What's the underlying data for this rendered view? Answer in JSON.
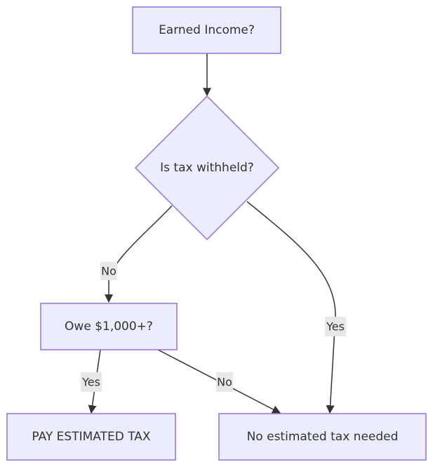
{
  "nodes": {
    "start": {
      "label": "Earned Income?",
      "shape": "rectangle"
    },
    "withheld": {
      "label": "Is tax withheld?",
      "shape": "diamond"
    },
    "owe": {
      "label": "Owe $1,000+?",
      "shape": "rectangle"
    },
    "pay": {
      "label": "PAY ESTIMATED TAX",
      "shape": "rectangle"
    },
    "none": {
      "label": "No estimated tax needed",
      "shape": "rectangle"
    }
  },
  "edges": [
    {
      "from": "start",
      "to": "withheld",
      "label": ""
    },
    {
      "from": "withheld",
      "to": "owe",
      "label": "No"
    },
    {
      "from": "withheld",
      "to": "none",
      "label": "Yes"
    },
    {
      "from": "owe",
      "to": "pay",
      "label": "Yes"
    },
    {
      "from": "owe",
      "to": "none",
      "label": "No"
    }
  ],
  "colors": {
    "node_fill": "#ECECFF",
    "node_stroke": "#9370DB",
    "edge": "#333333",
    "label_bg": "#e8e8e8"
  }
}
